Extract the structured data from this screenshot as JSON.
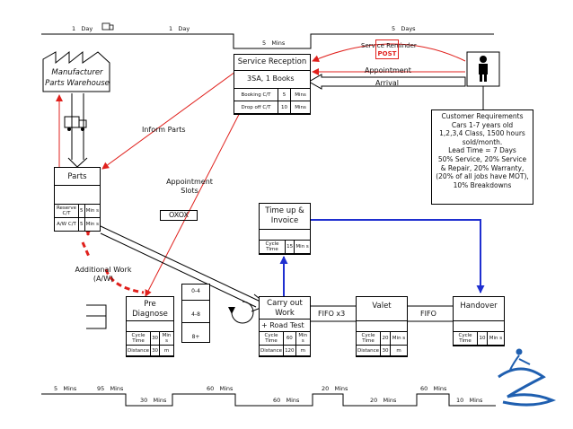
{
  "timeline_top": {
    "segments": [
      {
        "value": "1",
        "unit": "Day"
      },
      {
        "value": "1",
        "unit": "Day"
      },
      {
        "value": "5",
        "unit": "Mins"
      },
      {
        "value": "5",
        "unit": "Days"
      }
    ]
  },
  "timeline_bottom": {
    "upper": [
      {
        "value": "5",
        "unit": "Mins"
      },
      {
        "value": "95",
        "unit": "Mins"
      },
      {
        "value": "60",
        "unit": "Mins"
      },
      {
        "value": "20",
        "unit": "Mins"
      },
      {
        "value": "60",
        "unit": "Mins"
      }
    ],
    "lower": [
      {
        "value": "30",
        "unit": "Mins"
      },
      {
        "value": "60",
        "unit": "Mins"
      },
      {
        "value": "20",
        "unit": "Mins"
      },
      {
        "value": "10",
        "unit": "Mins"
      }
    ]
  },
  "manufacturer": {
    "line1": "Manufacturer",
    "line2": "Parts Warehouse"
  },
  "service_reception": {
    "title": "Service Reception",
    "staff": "3SA, 1 Books",
    "rows": [
      {
        "label": "Booking C/T",
        "value": "5",
        "unit": "Mins"
      },
      {
        "label": "Drop off C/T",
        "value": "10",
        "unit": "Mins"
      }
    ]
  },
  "parts": {
    "title": "Parts",
    "rows": [
      {
        "label": "Reserve C/T",
        "value": "5",
        "unit": "Min s"
      },
      {
        "label": "A/W C/T",
        "value": "5",
        "unit": "Min s"
      }
    ]
  },
  "customer": {
    "text": "Customer Requirements\nCars 1-7 years old\n1,2,3,4 Class, 1500 hours sold/month.\nLead Time = 7 Days\n50% Service, 20% Service & Repair, 20% Warranty, (20% of all jobs have MOT), 10% Breakdowns"
  },
  "labels": {
    "service_reminder": "Service Reminder",
    "post": "POST",
    "appointment": "Appointment",
    "arrival": "Arrival",
    "inform_parts": "Inform Parts",
    "appointment_slots": "Appointment\nSlots",
    "oxox": "OXOX",
    "additional_work": "Additional Work\n(A/W)",
    "fifo_x3": "FIFO x3",
    "fifo": "FIFO"
  },
  "buffers": [
    "0-4",
    "4-8",
    "8+"
  ],
  "time_up": {
    "title": "Time up &\nInvoice",
    "row": {
      "label": "Cycle Time",
      "value": "15",
      "unit": "Min s"
    }
  },
  "processes": [
    {
      "key": "pre_diagnose",
      "title": "Pre\nDiagnose",
      "footer": "",
      "cycle": {
        "label": "Cycle Time",
        "value": "30",
        "unit": "Min s"
      },
      "distance": {
        "label": "Distance",
        "value": "30",
        "unit": "m"
      }
    },
    {
      "key": "carry_out",
      "title": "Carry out\nWork",
      "footer": "+ Road Test",
      "cycle": {
        "label": "Cycle Time",
        "value": "60",
        "unit": "Min s"
      },
      "distance": {
        "label": "Distance",
        "value": "120",
        "unit": "m"
      }
    },
    {
      "key": "valet",
      "title": "Valet",
      "footer": "",
      "cycle": {
        "label": "Cycle Time",
        "value": "20",
        "unit": "Min s"
      },
      "distance": {
        "label": "Distance",
        "value": "30",
        "unit": "m"
      }
    },
    {
      "key": "handover",
      "title": "Handover",
      "footer": "",
      "cycle": {
        "label": "Cycle Time",
        "value": "10",
        "unit": "Min s"
      },
      "distance": null
    }
  ],
  "colors": {
    "red": "#e0201c",
    "blue": "#1f2fd0",
    "black": "#000000"
  },
  "icons": [
    "truck-icon",
    "person-icon",
    "operator-icon",
    "cycle-arrow-icon",
    "logo-icon",
    "factory-icon"
  ]
}
